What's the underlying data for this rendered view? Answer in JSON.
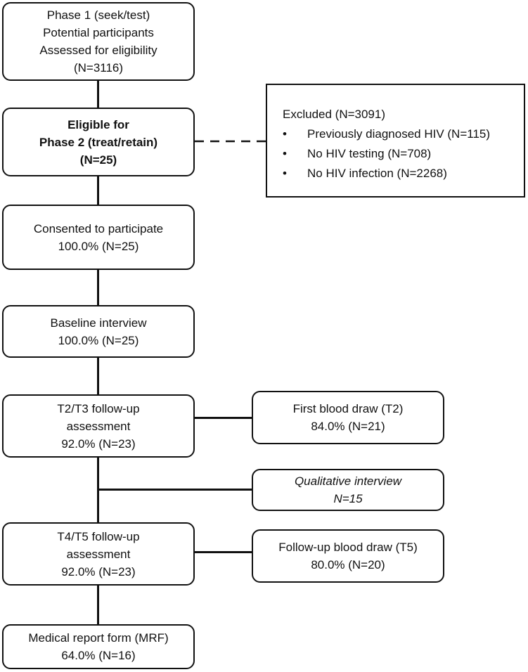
{
  "boxes": {
    "phase1": [
      "Phase 1 (seek/test)",
      "Potential participants",
      "Assessed for eligibility",
      "(N=3116)"
    ],
    "eligible": [
      "Eligible for",
      "Phase 2 (treat/retain)",
      "(N=25)"
    ],
    "consented": [
      "Consented to participate",
      "100.0% (N=25)"
    ],
    "baseline": [
      "Baseline interview",
      "100.0% (N=25)"
    ],
    "t2t3": [
      "T2/T3 follow-up",
      "assessment",
      "92.0% (N=23)"
    ],
    "blood_t2": [
      "First blood draw (T2)",
      "84.0% (N=21)"
    ],
    "qualitative": [
      "Qualitative interview",
      "N=15"
    ],
    "t4t5": [
      "T4/T5 follow-up",
      "assessment",
      "92.0% (N=23)"
    ],
    "blood_t5": [
      "Follow-up blood draw (T5)",
      "80.0% (N=20)"
    ],
    "mrf": [
      "Medical report form (MRF)",
      "64.0% (N=16)"
    ]
  },
  "excluded": {
    "title": "Excluded (N=3091)",
    "items": [
      "Previously diagnosed HIV (N=115)",
      "No HIV testing (N=708)",
      "No HIV infection (N=2268)"
    ]
  }
}
